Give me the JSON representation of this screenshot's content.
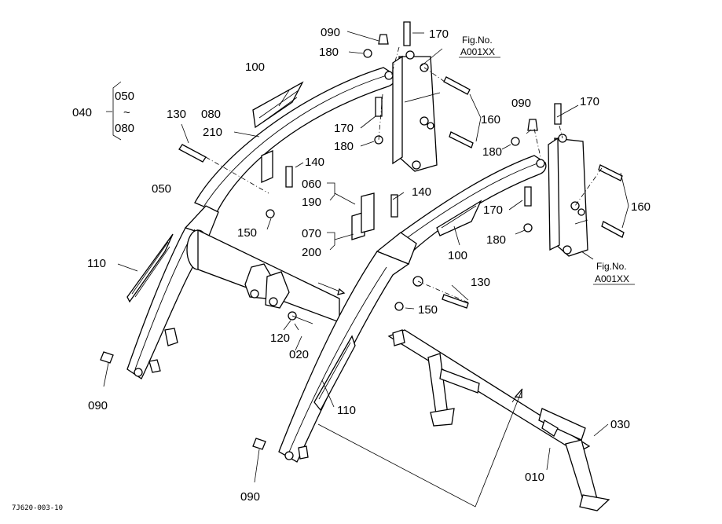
{
  "labels": {
    "p090_top": "090",
    "p170_top": "170",
    "p180_top": "180",
    "p100_left": "100",
    "p040": "040",
    "p050_range": "050",
    "tilde": "~",
    "p080_range": "080",
    "p130_left": "130",
    "p080_left": "080",
    "p210": "210",
    "p170_mid": "170",
    "p180_mid": "180",
    "p160_top": "160",
    "p090_right": "090",
    "p170_right": "170",
    "p180_right": "180",
    "p050_arm": "050",
    "p140_left": "140",
    "p060": "060",
    "p190": "190",
    "p140_mid": "140",
    "p170_r2": "170",
    "p160_right": "160",
    "p150_left": "150",
    "p070": "070",
    "p200": "200",
    "p100_mid": "100",
    "p180_r2": "180",
    "p110_left": "110",
    "p130_right": "130",
    "p150_right": "150",
    "p120": "120",
    "p020": "020",
    "p110_mid": "110",
    "p030": "030",
    "p090_left": "090",
    "p010": "010",
    "p090_bottom": "090"
  },
  "fig_refs": {
    "top": {
      "line1": "Fig.No.",
      "line2": "A001XX"
    },
    "right": {
      "line1": "Fig.No.",
      "line2": "A001XX"
    }
  },
  "footer_code": "7J620-003-10"
}
